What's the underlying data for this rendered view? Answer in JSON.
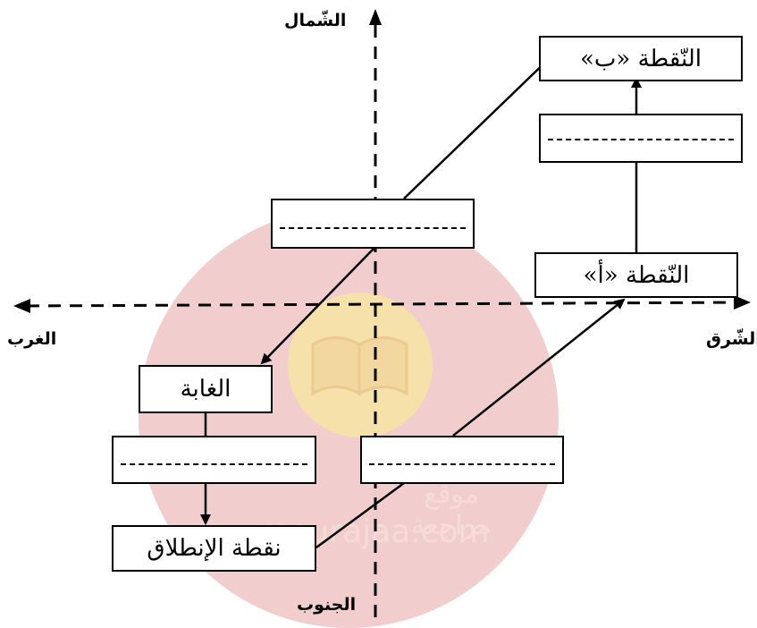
{
  "watermark": {
    "arabic": "موقع مراجعة",
    "latin": "mourajaa.com",
    "circle_color": "#f0c4c6",
    "inner_color": "#f7e3a6",
    "icon": "open-book-icon"
  },
  "directions": {
    "north": "الشّمال",
    "south": "الجنوب",
    "east": "الشّرق",
    "west": "الغرب"
  },
  "boxes": {
    "point_b": "النّقطة «ب»",
    "point_a": "النّقطة «أ»",
    "forest": "الغابة",
    "start_point": "نقطة الإنطلاق"
  }
}
